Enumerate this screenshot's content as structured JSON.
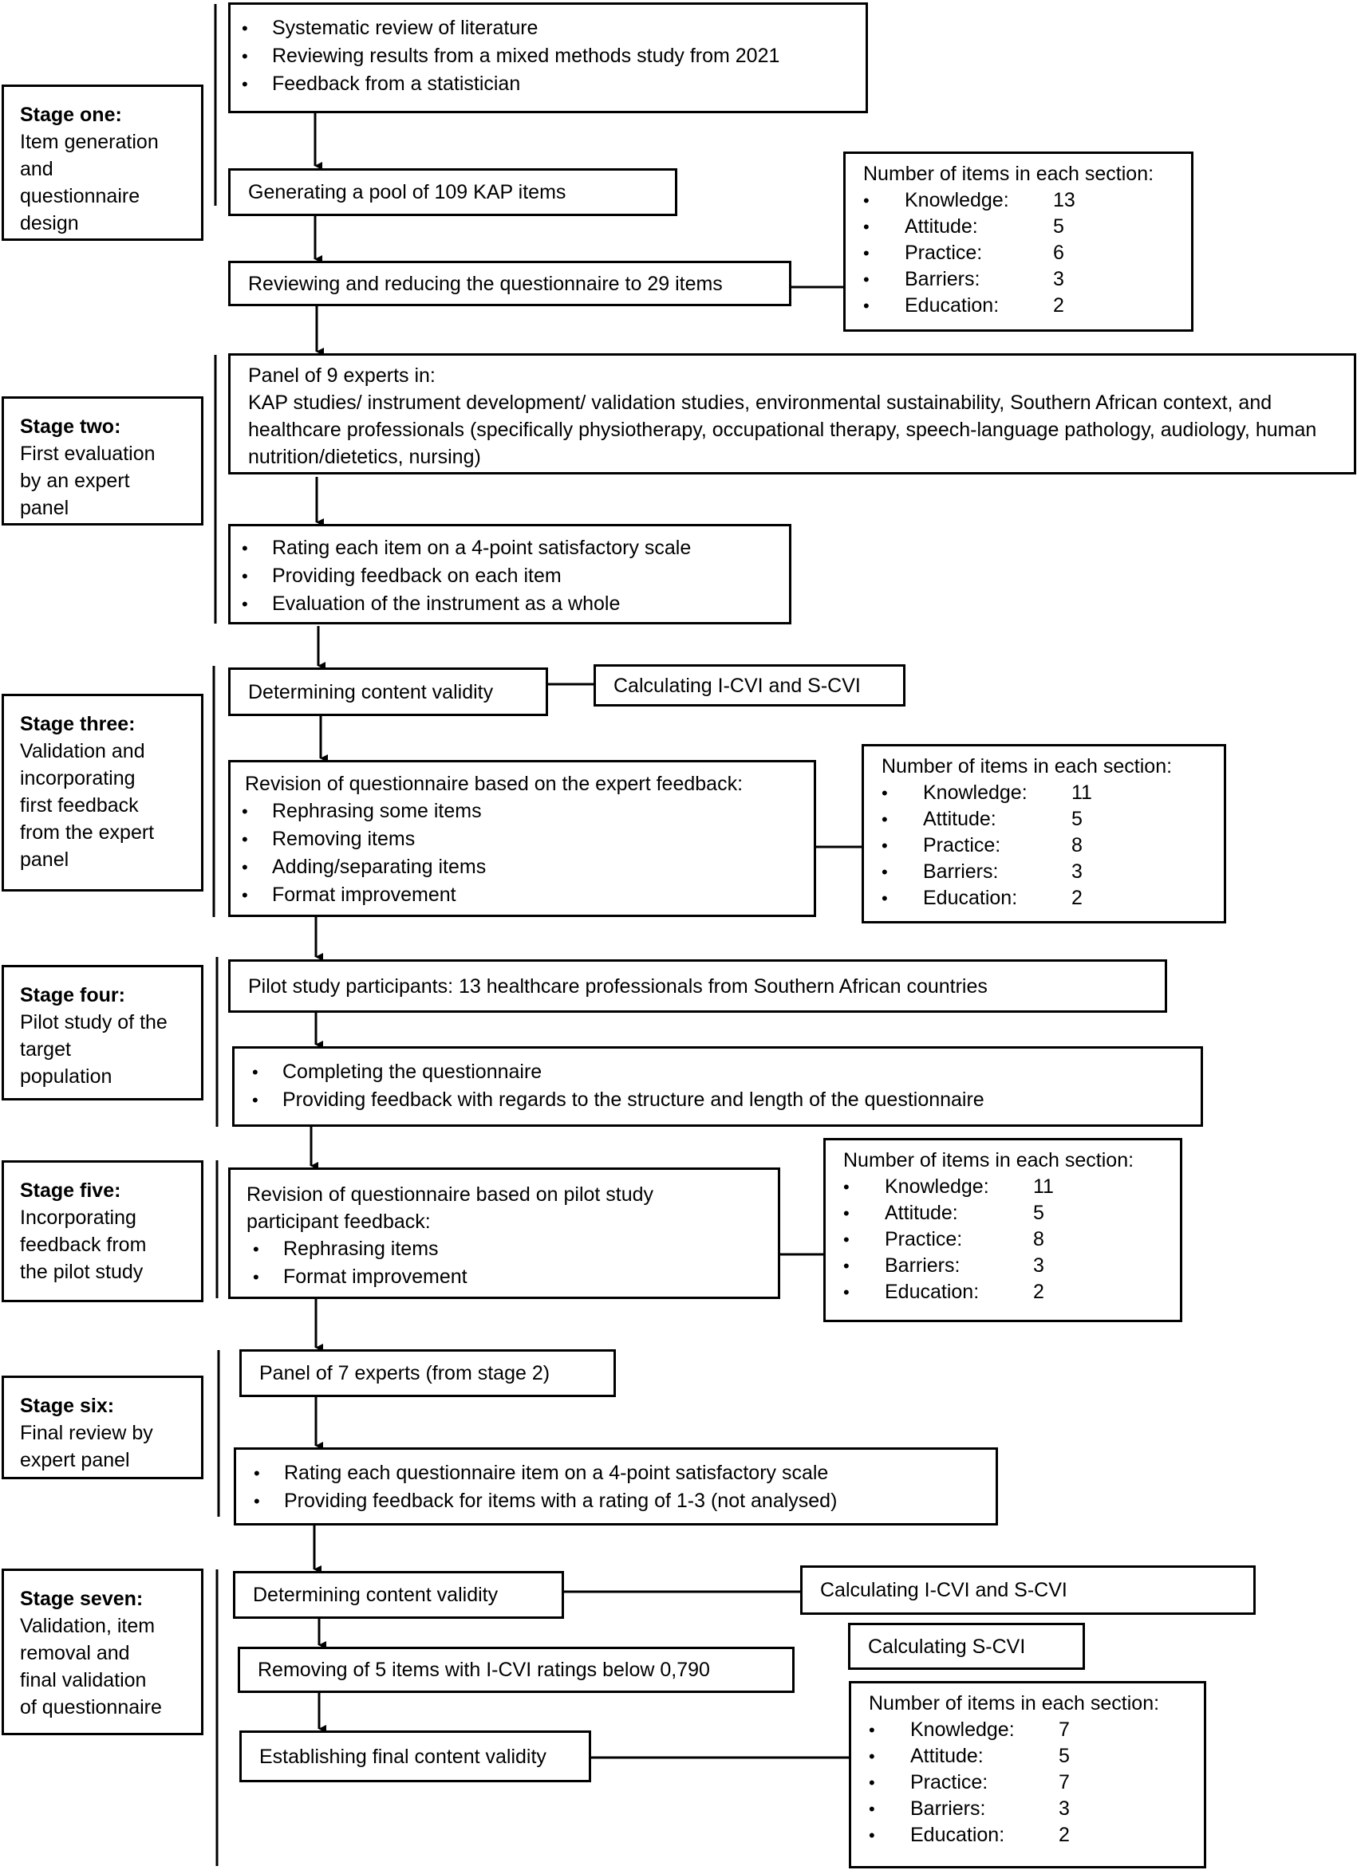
{
  "stages": [
    {
      "title": "Stage one:",
      "desc": "Item generation\nand\nquestionnaire\ndesign"
    },
    {
      "title": "Stage two:",
      "desc": "First evaluation\nby an expert\npanel"
    },
    {
      "title": "Stage three:",
      "desc": "Validation and\nincorporating\nfirst feedback\nfrom the expert\npanel"
    },
    {
      "title": "Stage four:",
      "desc": "Pilot study of the\ntarget\npopulation"
    },
    {
      "title": "Stage five:",
      "desc": "Incorporating\nfeedback from\nthe pilot study"
    },
    {
      "title": "Stage six:",
      "desc": "Final review by\nexpert panel"
    },
    {
      "title": "Stage seven:",
      "desc": "Validation, item\nremoval and\nfinal validation\nof questionnaire"
    }
  ],
  "s1": {
    "sources": [
      "Systematic review of literature",
      "Reviewing results from a mixed methods study from 2021",
      "Feedback from a statistician"
    ],
    "pool": "Generating a pool of 109 KAP items",
    "reduce": "Reviewing and reducing the questionnaire to 29 items"
  },
  "s2": {
    "panel_lead": "Panel of 9 experts in:",
    "panel_text": "KAP studies/ instrument development/ validation studies, environmental sustainability, Southern African context, and healthcare professionals (specifically physiotherapy, occupational therapy, speech-language pathology, audiology, human nutrition/dietetics, nursing)",
    "tasks": [
      "Rating each item on a 4-point satisfactory scale",
      "Providing feedback on each item",
      "Evaluation of the instrument as a whole"
    ]
  },
  "s3": {
    "validity": "Determining content validity",
    "calc": "Calculating I-CVI and S-CVI",
    "revision_lead": "Revision of questionnaire based on the expert feedback:",
    "revisions": [
      "Rephrasing some items",
      "Removing items",
      "Adding/separating items",
      "Format improvement"
    ]
  },
  "s4": {
    "participants": "Pilot study participants: 13 healthcare professionals from Southern African countries",
    "tasks": [
      "Completing the questionnaire",
      "Providing feedback with regards to the structure and length of the questionnaire"
    ]
  },
  "s5": {
    "revision_lead": "Revision of questionnaire based on pilot study participant feedback:",
    "revisions": [
      "Rephrasing items",
      "Format improvement"
    ]
  },
  "s6": {
    "panel": "Panel of 7 experts (from stage 2)",
    "tasks": [
      "Rating each questionnaire item on a 4-point satisfactory scale",
      "Providing feedback for items with a rating of 1-3 (not analysed)"
    ]
  },
  "s7": {
    "validity": "Determining content validity",
    "calc1": "Calculating I-CVI and S-CVI",
    "removing": "Removing of 5 items with I-CVI ratings below 0,790",
    "calc2": "Calculating S-CVI",
    "final": "Establishing final content validity"
  },
  "counts": [
    {
      "heading": "Number of items in each section:",
      "rows": [
        [
          "Knowledge:",
          "13"
        ],
        [
          "Attitude:",
          "5"
        ],
        [
          "Practice:",
          "6"
        ],
        [
          "Barriers:",
          "3"
        ],
        [
          "Education:",
          "2"
        ]
      ]
    },
    {
      "heading": "Number of items in each section:",
      "rows": [
        [
          "Knowledge:",
          "11"
        ],
        [
          "Attitude:",
          "5"
        ],
        [
          "Practice:",
          "8"
        ],
        [
          "Barriers:",
          "3"
        ],
        [
          "Education:",
          "2"
        ]
      ]
    },
    {
      "heading": "Number of items in each section:",
      "rows": [
        [
          "Knowledge:",
          "11"
        ],
        [
          "Attitude:",
          "5"
        ],
        [
          "Practice:",
          "8"
        ],
        [
          "Barriers:",
          "3"
        ],
        [
          "Education:",
          "2"
        ]
      ]
    },
    {
      "heading": "Number of items in each section:",
      "rows": [
        [
          "Knowledge:",
          "7"
        ],
        [
          "Attitude:",
          "5"
        ],
        [
          "Practice:",
          "7"
        ],
        [
          "Barriers:",
          "3"
        ],
        [
          "Education:",
          "2"
        ]
      ]
    }
  ]
}
